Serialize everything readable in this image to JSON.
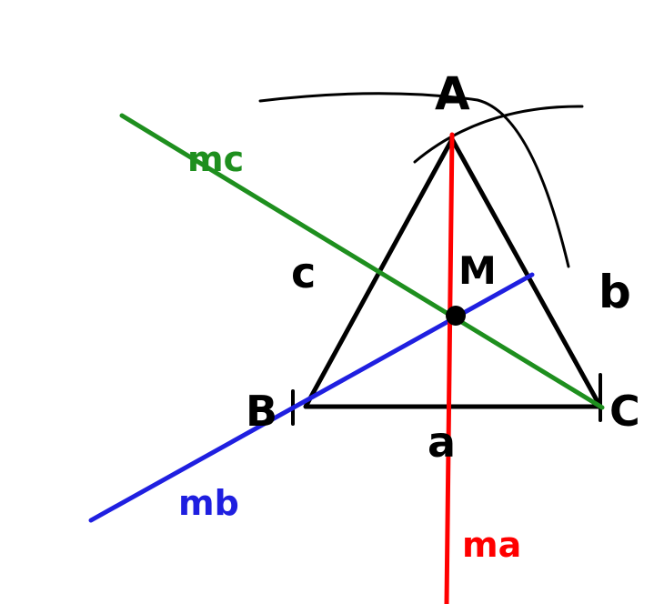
{
  "diagram": {
    "points": {
      "A": "A",
      "B": "B",
      "C": "C",
      "M": "M"
    },
    "sides": {
      "a": "a",
      "b": "b",
      "c": "c"
    },
    "lines": {
      "ma": "ma",
      "mb": "mb",
      "mc": "mc"
    },
    "colors": {
      "triangle": "#000000",
      "arcs": "#000000",
      "ma": "#ff0000",
      "mb": "#1f1fe0",
      "mc": "#1e8f1e",
      "point": "#000000",
      "background": "#ffffff"
    }
  }
}
